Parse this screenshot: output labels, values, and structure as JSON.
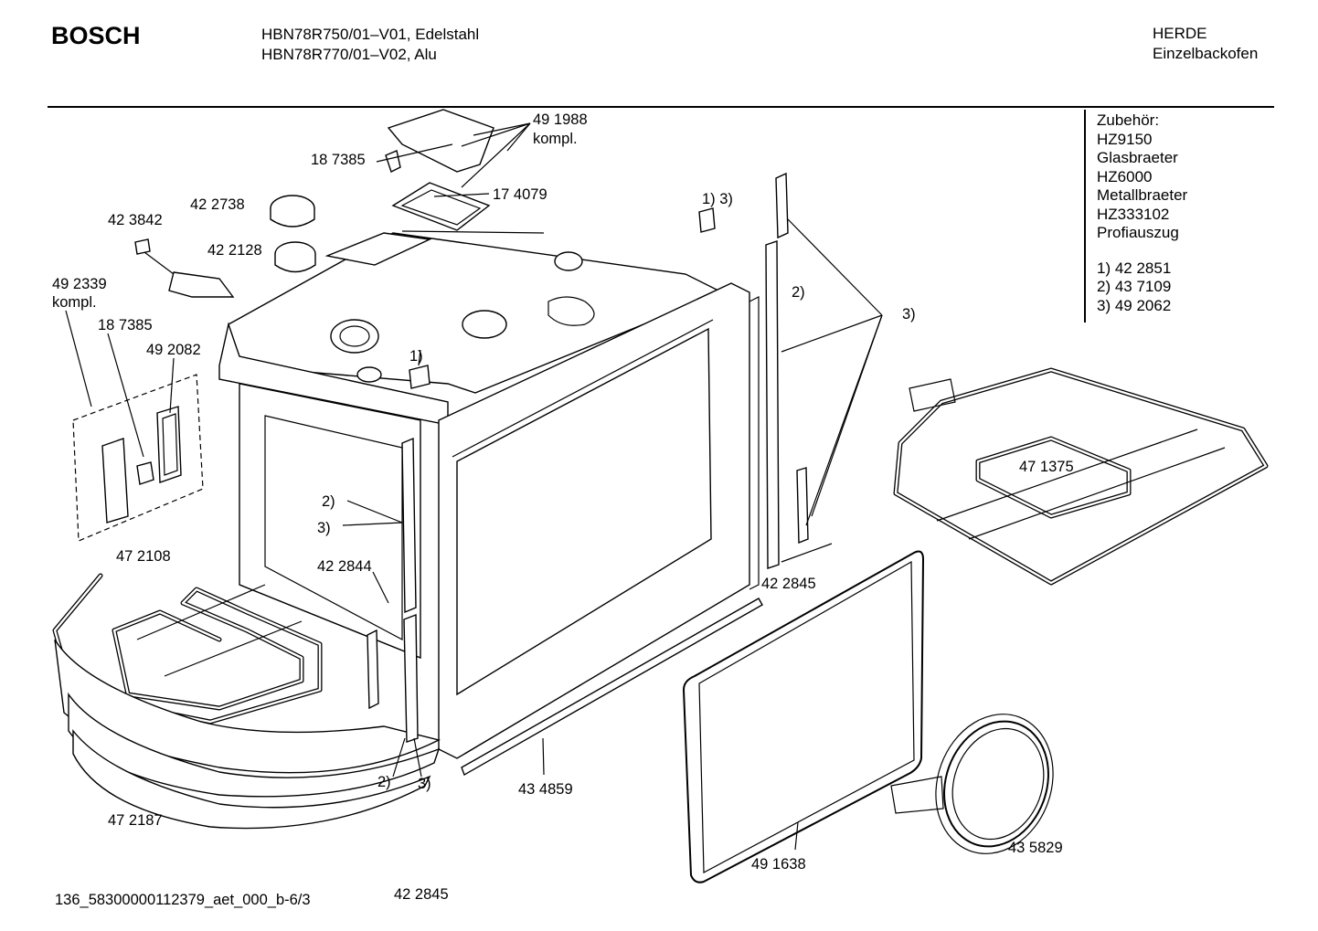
{
  "header": {
    "brand": "BOSCH",
    "models": [
      "HBN78R750/01–V01, Edelstahl",
      "HBN78R770/01–V02, Alu"
    ],
    "category": [
      "HERDE",
      "Einzelbackofen"
    ]
  },
  "accessories": {
    "title": "Zubehör:",
    "items": [
      "HZ9150",
      "Glasbraeter",
      "HZ6000",
      "Metallbraeter",
      "HZ333102",
      "Profiauszug"
    ],
    "notes": [
      "1) 42 2851",
      "2) 43 7109",
      "3) 49 2062"
    ]
  },
  "labels": {
    "p491988": "49 1988",
    "p491988_kompl": "kompl.",
    "p187385_top": "18 7385",
    "p174079": "17 4079",
    "p422738": "42 2738",
    "p423842": "42 3842",
    "p422128": "42 2128",
    "p492339": "49 2339",
    "p492339_kompl": "kompl.",
    "p187385_left": "18 7385",
    "p492082": "49 2082",
    "note1_top": "1) 3)",
    "note2_right": "2)",
    "note3_right": "3)",
    "note1_mid": "1)",
    "note2_left": "2)",
    "note3_left": "3)",
    "p472108": "47 2108",
    "p422844": "42 2844",
    "p422845_right": "42 2845",
    "p471375": "47 1375",
    "note2_bottom": "2)",
    "note3_bottom": "3)",
    "p434859": "43 4859",
    "p472187": "47 2187",
    "p491638": "49 1638",
    "p435829": "43 5829"
  },
  "footer": {
    "code": "136_58300000112379_aet_000_b-6/3",
    "part": "42 2845"
  }
}
